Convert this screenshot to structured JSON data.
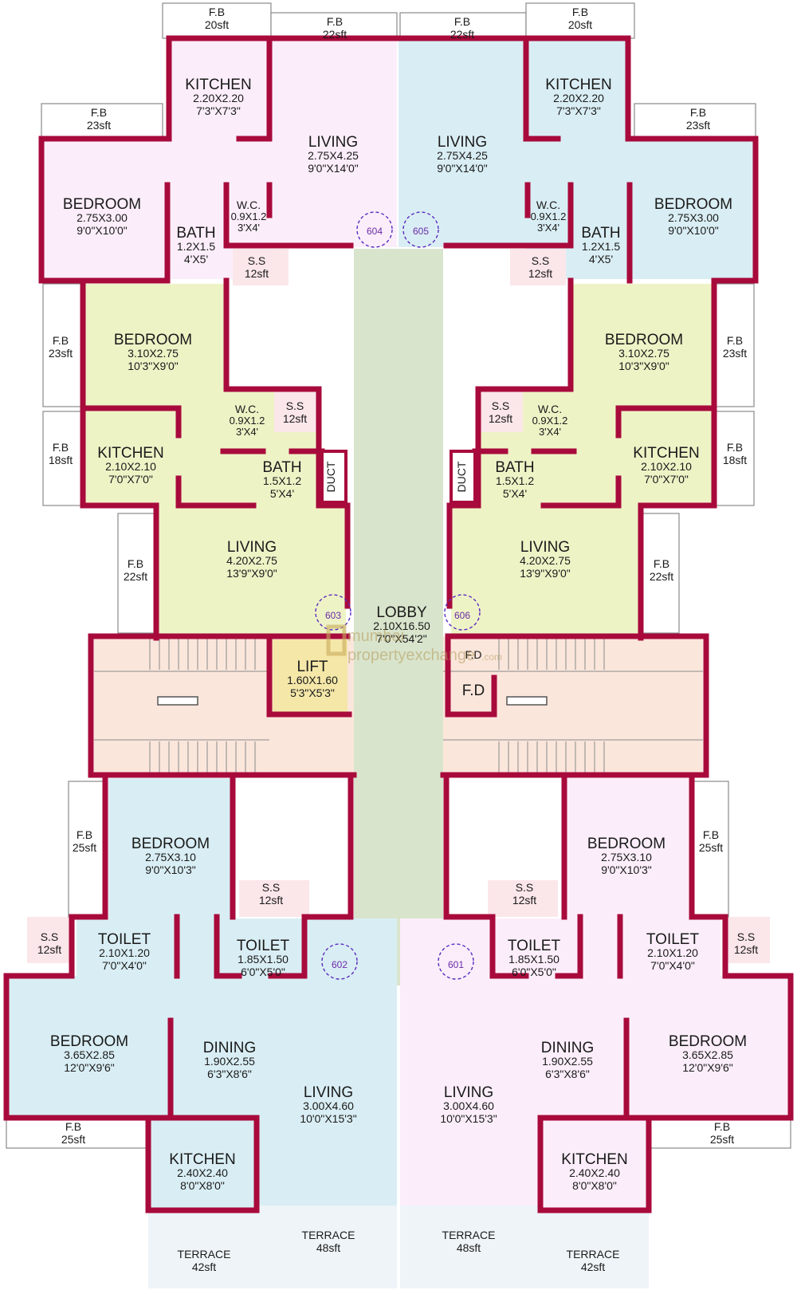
{
  "colors": {
    "wall": "#a80a3c",
    "pink": "#fbeefa",
    "blue": "#d9eef4",
    "green": "#eef3c6",
    "lobby": "#d9e4cc",
    "stair": "#fbe6dc",
    "lift": "#f4e7a8",
    "door": "#5a2ac0"
  },
  "labels": {
    "fb_20": "F.B",
    "fb_20_sz": "20sft",
    "fb_22": "F.B",
    "fb_22_sz": "22sft",
    "fb_23": "F.B",
    "fb_23_sz": "23sft",
    "fb_18": "F.B",
    "fb_18_sz": "18sft",
    "fb_25": "F.B",
    "fb_25_sz": "25sft",
    "ss": "S.S",
    "ss_sz": "12sft",
    "kitchen": "KITCHEN",
    "living": "LIVING",
    "bedroom": "BEDROOM",
    "bath": "BATH",
    "wc": "W.C.",
    "toilet": "TOILET",
    "dining": "DINING",
    "duct": "DUCT",
    "lift": "LIFT",
    "fd": "F.D",
    "lobby": "LOBBY",
    "terrace": "TERRACE",
    "terrace_42": "42sft",
    "terrace_48": "48sft"
  },
  "dims": {
    "kit_top_m": "2.20X2.20",
    "kit_top_f": "7'3\"X7'3\"",
    "liv_top_m": "2.75X4.25",
    "liv_top_f": "9'0\"X14'0\"",
    "bed_top_m": "2.75X3.00",
    "bed_top_f": "9'0\"X10'0\"",
    "bath_top_m": "1.2X1.5",
    "bath_top_f": "4'X5'",
    "wc_m": "0.9X1.2",
    "wc_f": "3'X4'",
    "bed_mid_m": "3.10X2.75",
    "bed_mid_f": "10'3\"X9'0\"",
    "kit_mid_m": "2.10X2.10",
    "kit_mid_f": "7'0\"X7'0\"",
    "bath_mid_m": "1.5X1.2",
    "bath_mid_f": "5'X4'",
    "liv_mid_m": "4.20X2.75",
    "liv_mid_f": "13'9\"X9'0\"",
    "lobby_m": "2.10X16.50",
    "lobby_f": "7'0\"X54'2\"",
    "lift_m": "1.60X1.60",
    "lift_f": "5'3\"X5'3\"",
    "bed_low_m": "2.75X3.10",
    "bed_low_f": "9'0\"X10'3\"",
    "toilet_a_m": "2.10X1.20",
    "toilet_a_f": "7'0\"X4'0\"",
    "toilet_b_m": "1.85X1.50",
    "toilet_b_f": "6'0\"X5'0\"",
    "bed_bot_m": "3.65X2.85",
    "bed_bot_f": "12'0\"X9'6\"",
    "din_m": "1.90X2.55",
    "din_f": "6'3\"X8'6\"",
    "liv_bot_m": "3.00X4.60",
    "liv_bot_f": "10'0\"X15'3\"",
    "kit_bot_m": "2.40X2.40",
    "kit_bot_f": "8'0\"X8'0\""
  },
  "doors": [
    "604",
    "605",
    "603",
    "606",
    "602",
    "601"
  ],
  "watermark": {
    "line1": "mumbai",
    "line2": "propertyexchange",
    "suffix": ".com"
  }
}
